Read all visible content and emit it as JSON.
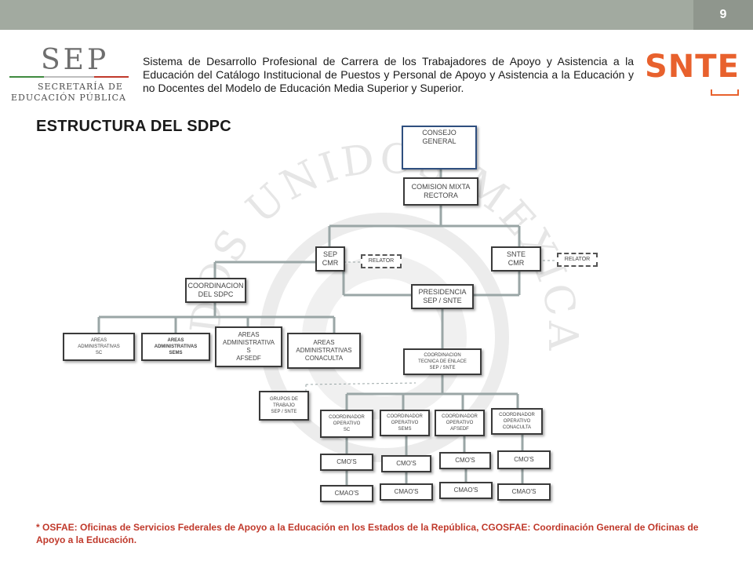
{
  "page_number": "9",
  "sep_logo": {
    "wordmark": "SEP",
    "line1": "SECRETARÍA DE",
    "line2": "EDUCACIÓN PÚBLICA"
  },
  "snte_logo": {
    "wordmark": "SNTE"
  },
  "header_text": "Sistema de Desarrollo Profesional de Carrera de los Trabajadores de Apoyo y Asistencia a la Educación  del Catálogo Institucional de Puestos y Personal de Apoyo y Asistencia a la Educación y no Docentes del Modelo de Educación Media Superior y Superior.",
  "title": "ESTRUCTURA DEL SDPC",
  "watermark": "ESTADOS UNIDOS MEXICANOS",
  "colors": {
    "accent_orange": "#e8612d",
    "footnote_red": "#c0392b",
    "topbar_gray": "#a2aaa0",
    "box_blue": "#2f4f7f"
  },
  "org": {
    "consejo": "CONSEJO\nGENERAL",
    "comision": "COMISION MIXTA\nRECTORA",
    "sep_cmr": "SEP\nCMR",
    "snte_cmr": "SNTE\nCMR",
    "relator_left": "RELATOR",
    "relator_right": "RELATOR",
    "presidencia": "PRESIDENCIA\nSEP / SNTE",
    "coord_sdpc": "COORDINACION\nDEL SDPC",
    "areas_sc": "AREAS\nADMINISTRATIVAS\nSC",
    "areas_sems": "AREAS\nADMINISTRATIVAS\nSEMS",
    "areas_afsedf": "AREAS\nADMINISTRATIVA\nS\nAFSEDF",
    "areas_conaculta": "AREAS\nADMINISTRATIVAS\nCONACULTA",
    "coord_tecnica": "COORDINACION\nTECNICA DE ENLACE\nSEP / SNTE",
    "grupos": "GRUPOS DE\nTRABAJO\nSEP / SNTE",
    "co_sc": "COORDINADOR\nOPERATIVO\nSC",
    "co_sems": "COORDINADOR\nOPERATIVO\nSEMS",
    "co_afsedf": "COORDINADOR\nOPERATIVO\nAFSEDF",
    "co_conaculta": "COORDINADOR\nOPERATIVO\nCONACULTA",
    "cmos": [
      "CMO'S",
      "CMO'S",
      "CMO'S",
      "CMO'S"
    ],
    "cmaos": [
      "CMAO'S",
      "CMAO'S",
      "CMAO'S",
      "CMAO'S"
    ]
  },
  "footnote": "* OSFAE: Oficinas de Servicios Federales de Apoyo a la Educación en los Estados de la República, CGOSFAE: Coordinación General de Oficinas de Apoyo a la Educación."
}
